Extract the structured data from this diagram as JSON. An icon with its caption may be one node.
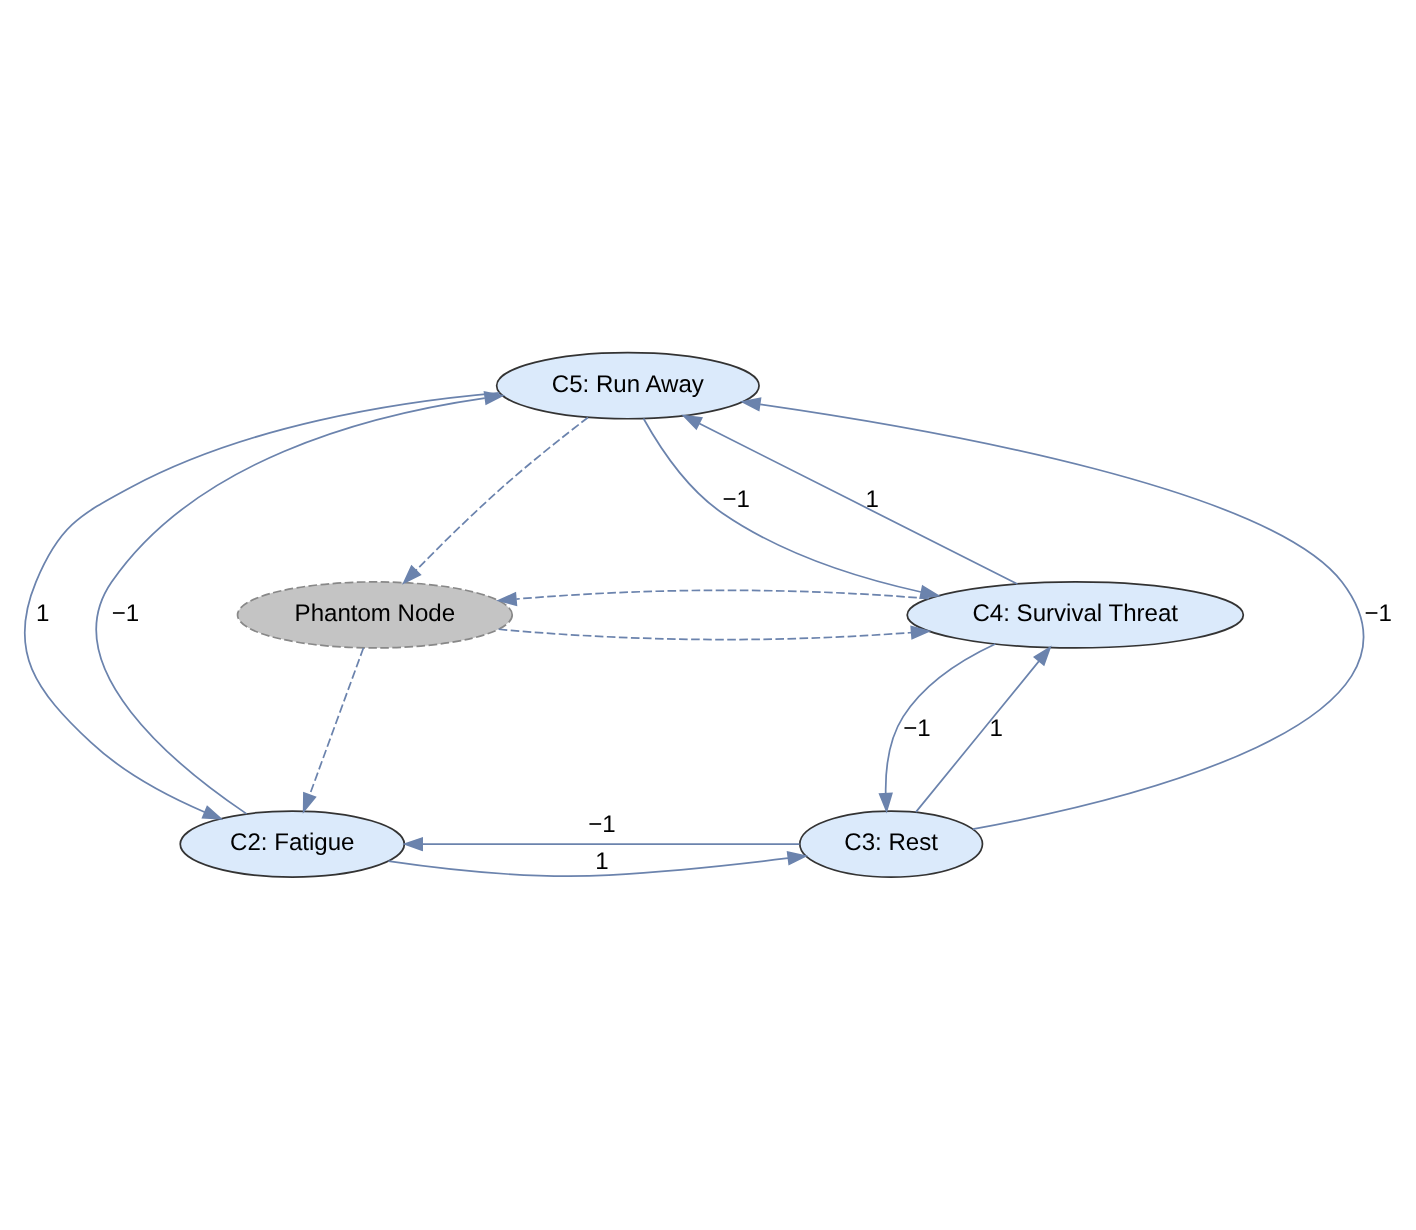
{
  "diagram": {
    "nodes": [
      {
        "text": [
          "C5: Run Away"
        ]
      },
      {
        "text": [
          "Phantom Node"
        ]
      },
      {
        "text": [
          "C4: Survival Threat"
        ]
      },
      {
        "text": [
          "C2: Fatigue"
        ]
      },
      {
        "text": [
          "C3: Rest"
        ]
      }
    ],
    "edges": [
      {
        "from": 0,
        "to": 1,
        "arrow": "to",
        "style": "dashed"
      },
      {
        "from": 1,
        "to": 2,
        "arrow": "to",
        "style": "dashed"
      },
      {
        "from": 2,
        "to": 1,
        "arrow": "to",
        "style": "dashed"
      },
      {
        "from": 1,
        "to": 3,
        "arrow": "to",
        "style": "dashed"
      },
      {
        "from": 0,
        "to": 2,
        "arrow": "to",
        "label": "−1"
      },
      {
        "from": 2,
        "to": 0,
        "arrow": "to",
        "label": "1"
      },
      {
        "from": 3,
        "to": 0,
        "arrow": "to",
        "label": "−1"
      },
      {
        "from": 0,
        "to": 3,
        "arrow": "to",
        "label": "1"
      },
      {
        "from": 4,
        "to": 0,
        "arrow": "to",
        "label": "−1"
      },
      {
        "from": 4,
        "to": 2,
        "arrow": "to",
        "label": "1"
      },
      {
        "from": 2,
        "to": 4,
        "arrow": "to",
        "label": "−1"
      },
      {
        "from": 3,
        "to": 4,
        "arrow": "to",
        "label": "1"
      },
      {
        "from": 4,
        "to": 3,
        "arrow": "to",
        "label": "−1"
      }
    ]
  }
}
